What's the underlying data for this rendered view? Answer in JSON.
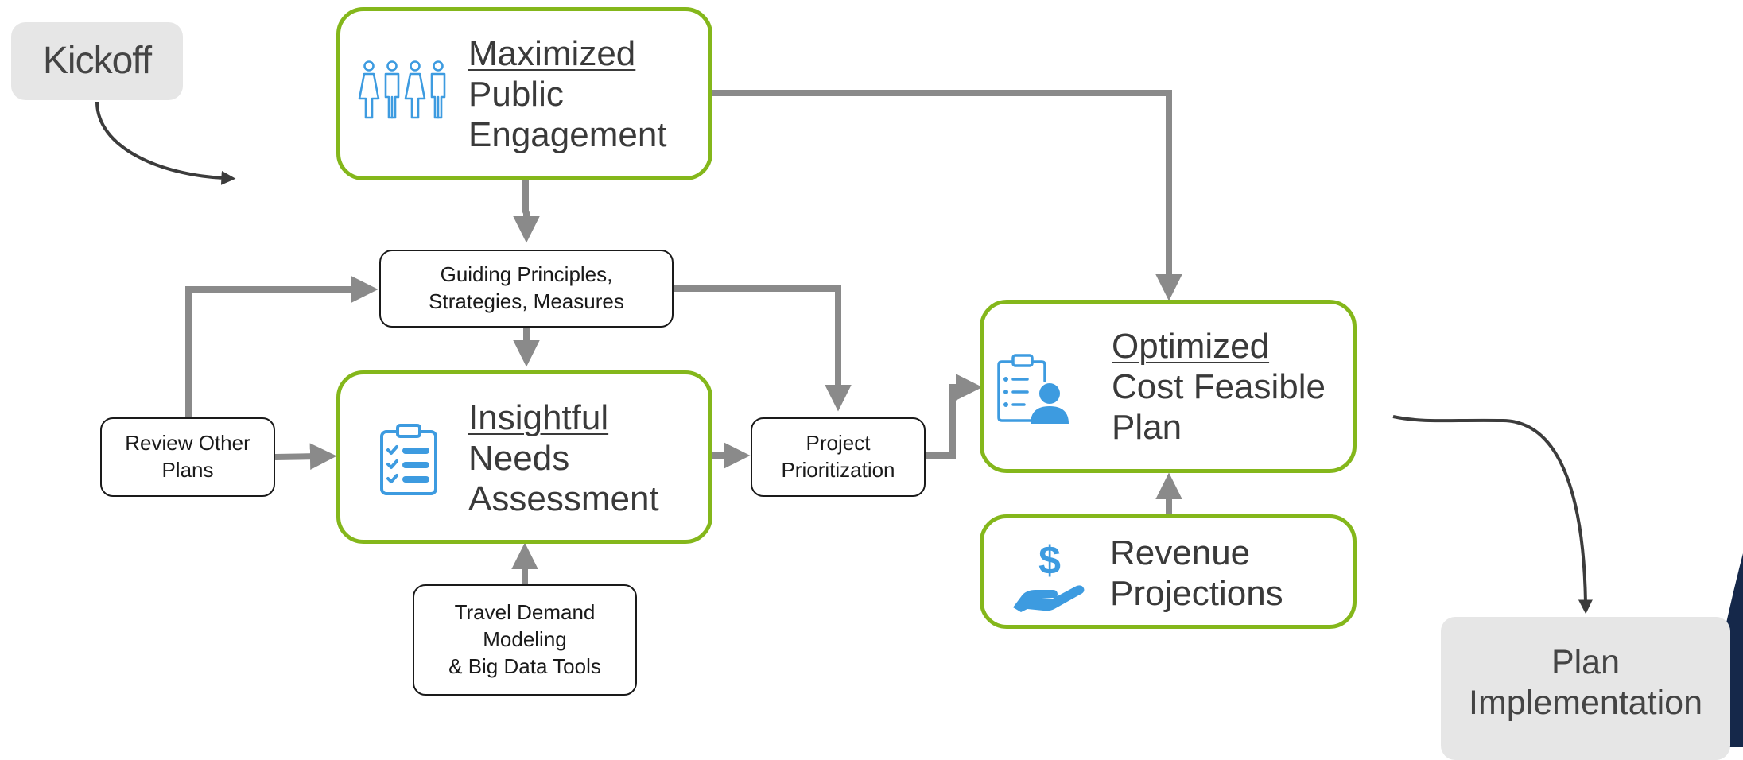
{
  "kickoff": {
    "label": "Kickoff"
  },
  "implementation": {
    "line1": "Plan",
    "line2": "Implementation"
  },
  "engagement": {
    "emph": "Maximized",
    "line2": "Public",
    "line3": "Engagement"
  },
  "needs": {
    "emph": "Insightful",
    "line2": "Needs",
    "line3": "Assessment"
  },
  "costplan": {
    "emph": "Optimized",
    "line2": "Cost Feasible",
    "line3": "Plan"
  },
  "revenue": {
    "line1": "Revenue",
    "line2": "Projections"
  },
  "principles": {
    "line1": "Guiding Principles,",
    "line2": "Strategies, Measures"
  },
  "review": {
    "line1": "Review Other",
    "line2": "Plans"
  },
  "prioritization": {
    "line1": "Project",
    "line2": "Prioritization"
  },
  "modeling": {
    "line1": "Travel Demand",
    "line2": "Modeling",
    "line3": "& Big Data Tools"
  },
  "icons": {
    "engagement": "people-group-icon",
    "needs": "clipboard-checklist-icon",
    "costplan": "clipboard-person-icon",
    "revenue": "hand-dollar-icon"
  },
  "colors": {
    "green_border": "#84b71b",
    "connector_gray": "#8a8a8a",
    "icon_blue": "#3d9be0",
    "navy_corner": "#15284a",
    "gray_box": "#e6e6e6"
  }
}
